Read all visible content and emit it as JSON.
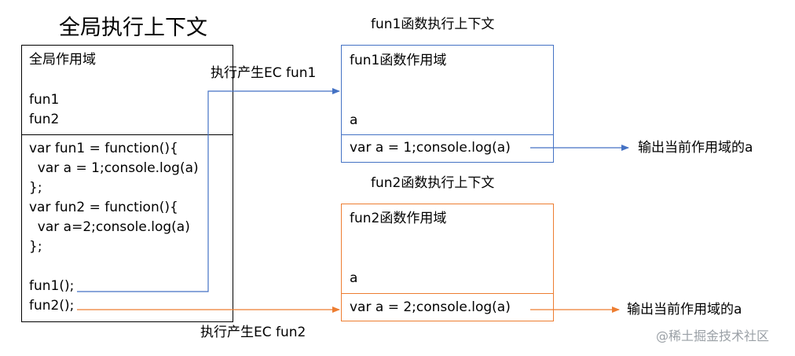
{
  "global": {
    "title": "全局执行上下文",
    "scope_label": "全局作用域",
    "scope_vars": [
      "fun1",
      "fun2"
    ],
    "code_lines": [
      "var fun1 = function(){",
      "  var a = 1;console.log(a)",
      "};",
      "var fun2 = function(){",
      "  var a=2;console.log(a)",
      "};",
      "",
      "fun1();",
      "fun2();"
    ]
  },
  "fun1": {
    "title": "fun1函数执行上下文",
    "scope_label": "fun1函数作用域",
    "var": "a",
    "code": "var a = 1;console.log(a)",
    "arrow_label": "执行产生EC fun1",
    "output_label": "输出当前作用域的a",
    "color": "#4472C4"
  },
  "fun2": {
    "title": "fun2函数执行上下文",
    "scope_label": "fun2函数作用域",
    "var": "a",
    "code": "var a = 2;console.log(a)",
    "arrow_label": "执行产生EC fun2",
    "output_label": "输出当前作用域的a",
    "color": "#ED7D31"
  },
  "watermark": "@稀土掘金技术社区"
}
